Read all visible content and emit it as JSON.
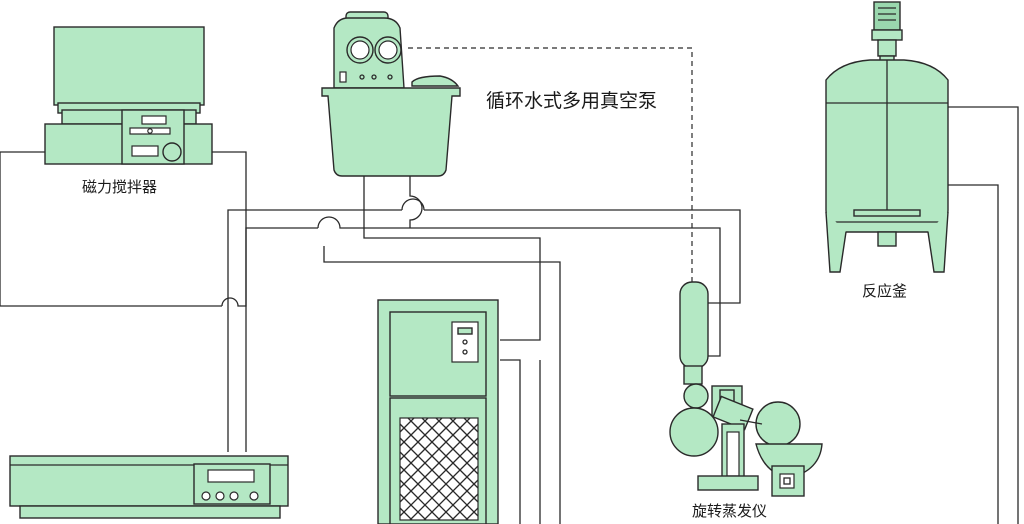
{
  "diagram": {
    "title": "循环水式多用真空泵",
    "labels": {
      "magnetic_stirrer": "磁力搅拌器",
      "reactor": "反应釜",
      "rotary_evaporator": "旋转蒸发仪"
    }
  },
  "colors": {
    "equipment_fill": "#b4e8c4",
    "equipment_dark": "#9ad7ae",
    "outline": "#2a2a2a"
  }
}
